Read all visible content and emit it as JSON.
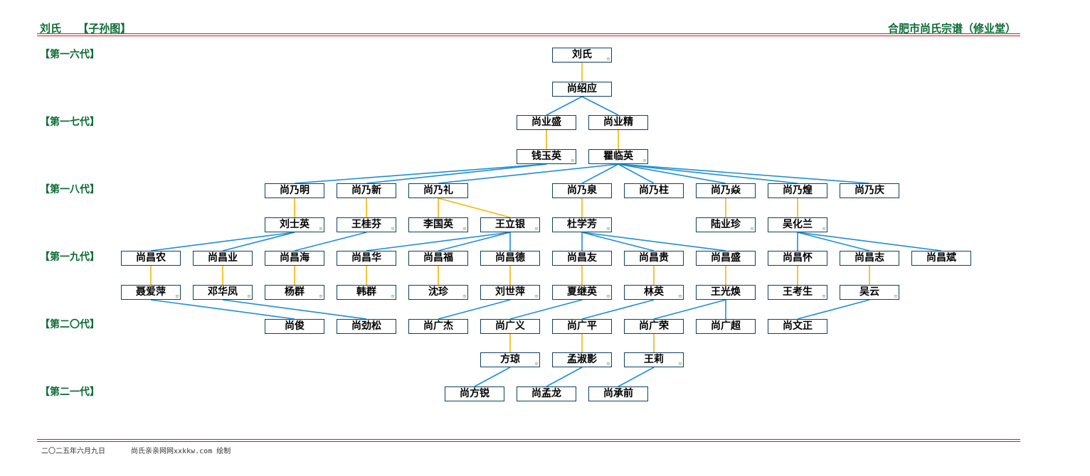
{
  "header": {
    "person": "刘氏",
    "label": "【子孙图】",
    "right": "合肥市尚氏宗谱（修业堂）"
  },
  "generations": [
    "【第一六代】",
    "【第一七代】",
    "【第一八代】",
    "【第一九代】",
    "【第二〇代】",
    "【第二一代】"
  ],
  "nodes": [
    {
      "id": "n1",
      "name": "刘氏",
      "col": 6,
      "row": 0,
      "mark": true
    },
    {
      "id": "n2",
      "name": "尚绍应",
      "col": 6,
      "row": 1
    },
    {
      "id": "n3",
      "name": "尚业盛",
      "col": 5.5,
      "row": 2
    },
    {
      "id": "n4",
      "name": "尚业精",
      "col": 6.5,
      "row": 2
    },
    {
      "id": "n5",
      "name": "钱玉英",
      "col": 5.5,
      "row": 3,
      "mark": true
    },
    {
      "id": "n6",
      "name": "瞿临英",
      "col": 6.5,
      "row": 3,
      "mark": true
    },
    {
      "id": "n7",
      "name": "尚乃明",
      "col": 2,
      "row": 4
    },
    {
      "id": "n8",
      "name": "尚乃新",
      "col": 3,
      "row": 4
    },
    {
      "id": "n9",
      "name": "尚乃礼",
      "col": 4,
      "row": 4
    },
    {
      "id": "n10",
      "name": "尚乃泉",
      "col": 6,
      "row": 4
    },
    {
      "id": "n11",
      "name": "尚乃柱",
      "col": 7,
      "row": 4
    },
    {
      "id": "n12",
      "name": "尚乃焱",
      "col": 8,
      "row": 4
    },
    {
      "id": "n13",
      "name": "尚乃煌",
      "col": 9,
      "row": 4
    },
    {
      "id": "n14",
      "name": "尚乃庆",
      "col": 10,
      "row": 4
    },
    {
      "id": "n15",
      "name": "刘士英",
      "col": 2,
      "row": 5,
      "mark": true
    },
    {
      "id": "n16",
      "name": "王桂芬",
      "col": 3,
      "row": 5,
      "mark": true
    },
    {
      "id": "n17",
      "name": "李国英",
      "col": 4,
      "row": 5,
      "mark": true
    },
    {
      "id": "n18",
      "name": "王立银",
      "col": 5,
      "row": 5,
      "mark": true
    },
    {
      "id": "n19",
      "name": "杜学芳",
      "col": 6,
      "row": 5,
      "mark": true
    },
    {
      "id": "n20",
      "name": "陆业珍",
      "col": 8,
      "row": 5,
      "mark": true
    },
    {
      "id": "n21",
      "name": "吴化兰",
      "col": 9,
      "row": 5,
      "mark": true
    },
    {
      "id": "n22",
      "name": "尚昌农",
      "col": 0,
      "row": 6
    },
    {
      "id": "n23",
      "name": "尚昌业",
      "col": 1,
      "row": 6
    },
    {
      "id": "n24",
      "name": "尚昌海",
      "col": 2,
      "row": 6
    },
    {
      "id": "n25",
      "name": "尚昌华",
      "col": 3,
      "row": 6
    },
    {
      "id": "n26",
      "name": "尚昌福",
      "col": 4,
      "row": 6
    },
    {
      "id": "n27",
      "name": "尚昌德",
      "col": 5,
      "row": 6
    },
    {
      "id": "n28",
      "name": "尚昌友",
      "col": 6,
      "row": 6
    },
    {
      "id": "n29",
      "name": "尚昌贵",
      "col": 7,
      "row": 6
    },
    {
      "id": "n30",
      "name": "尚昌盛",
      "col": 8,
      "row": 6
    },
    {
      "id": "n31",
      "name": "尚昌怀",
      "col": 9,
      "row": 6
    },
    {
      "id": "n32",
      "name": "尚昌志",
      "col": 10,
      "row": 6
    },
    {
      "id": "n33",
      "name": "尚昌斌",
      "col": 11,
      "row": 6
    },
    {
      "id": "n34",
      "name": "聂爱萍",
      "col": 0,
      "row": 7,
      "mark": true
    },
    {
      "id": "n35",
      "name": "邓华凤",
      "col": 1,
      "row": 7,
      "mark": true
    },
    {
      "id": "n36",
      "name": "杨群",
      "col": 2,
      "row": 7,
      "mark": true
    },
    {
      "id": "n37",
      "name": "韩群",
      "col": 3,
      "row": 7,
      "mark": true
    },
    {
      "id": "n38",
      "name": "沈珍",
      "col": 4,
      "row": 7,
      "mark": true
    },
    {
      "id": "n39",
      "name": "刘世萍",
      "col": 5,
      "row": 7,
      "mark": true
    },
    {
      "id": "n40",
      "name": "夏继英",
      "col": 6,
      "row": 7,
      "mark": true
    },
    {
      "id": "n41",
      "name": "林英",
      "col": 7,
      "row": 7,
      "mark": true
    },
    {
      "id": "n42",
      "name": "王光焕",
      "col": 8,
      "row": 7
    },
    {
      "id": "n43",
      "name": "王考生",
      "col": 9,
      "row": 7,
      "mark": true
    },
    {
      "id": "n44",
      "name": "吴云",
      "col": 10,
      "row": 7,
      "mark": true
    },
    {
      "id": "n45",
      "name": "尚俊",
      "col": 2,
      "row": 8
    },
    {
      "id": "n46",
      "name": "尚劲松",
      "col": 3,
      "row": 8
    },
    {
      "id": "n47",
      "name": "尚广杰",
      "col": 4,
      "row": 8
    },
    {
      "id": "n48",
      "name": "尚广义",
      "col": 5,
      "row": 8
    },
    {
      "id": "n49",
      "name": "尚广平",
      "col": 6,
      "row": 8
    },
    {
      "id": "n50",
      "name": "尚广荣",
      "col": 7,
      "row": 8
    },
    {
      "id": "n51",
      "name": "尚广超",
      "col": 8,
      "row": 8
    },
    {
      "id": "n52",
      "name": "尚文正",
      "col": 9,
      "row": 8
    },
    {
      "id": "n53",
      "name": "方琼",
      "col": 5,
      "row": 9,
      "mark": true
    },
    {
      "id": "n54",
      "name": "孟淑影",
      "col": 6,
      "row": 9,
      "mark": true
    },
    {
      "id": "n55",
      "name": "王莉",
      "col": 7,
      "row": 9,
      "mark": true
    },
    {
      "id": "n56",
      "name": "尚方锐",
      "col": 4.5,
      "row": 10
    },
    {
      "id": "n57",
      "name": "尚孟龙",
      "col": 5.5,
      "row": 10
    },
    {
      "id": "n58",
      "name": "尚承前",
      "col": 6.5,
      "row": 10
    }
  ],
  "spouse_links": [
    [
      "n1",
      "n2"
    ],
    [
      "n3",
      "n5"
    ],
    [
      "n4",
      "n6"
    ],
    [
      "n7",
      "n15"
    ],
    [
      "n8",
      "n16"
    ],
    [
      "n9",
      "n17"
    ],
    [
      "n9",
      "n18"
    ],
    [
      "n10",
      "n19"
    ],
    [
      "n12",
      "n20"
    ],
    [
      "n13",
      "n21"
    ],
    [
      "n22",
      "n34"
    ],
    [
      "n23",
      "n35"
    ],
    [
      "n24",
      "n36"
    ],
    [
      "n25",
      "n37"
    ],
    [
      "n26",
      "n38"
    ],
    [
      "n27",
      "n39"
    ],
    [
      "n28",
      "n40"
    ],
    [
      "n29",
      "n41"
    ],
    [
      "n30",
      "n42"
    ],
    [
      "n31",
      "n43"
    ],
    [
      "n32",
      "n44"
    ],
    [
      "n48",
      "n53"
    ],
    [
      "n49",
      "n54"
    ],
    [
      "n50",
      "n55"
    ]
  ],
  "child_links": [
    [
      "n2",
      "n3"
    ],
    [
      "n2",
      "n4"
    ],
    [
      "n5",
      "n7"
    ],
    [
      "n5",
      "n8"
    ],
    [
      "n6",
      "n9"
    ],
    [
      "n6",
      "n10"
    ],
    [
      "n6",
      "n11"
    ],
    [
      "n6",
      "n12"
    ],
    [
      "n6",
      "n13"
    ],
    [
      "n6",
      "n14"
    ],
    [
      "n15",
      "n22"
    ],
    [
      "n15",
      "n23"
    ],
    [
      "n16",
      "n24"
    ],
    [
      "n18",
      "n25"
    ],
    [
      "n18",
      "n26"
    ],
    [
      "n18",
      "n27"
    ],
    [
      "n19",
      "n28"
    ],
    [
      "n19",
      "n29"
    ],
    [
      "n19",
      "n30"
    ],
    [
      "n21",
      "n31"
    ],
    [
      "n21",
      "n32"
    ],
    [
      "n21",
      "n33"
    ],
    [
      "n34",
      "n45"
    ],
    [
      "n35",
      "n46"
    ],
    [
      "n39",
      "n47"
    ],
    [
      "n40",
      "n48"
    ],
    [
      "n41",
      "n49"
    ],
    [
      "n42",
      "n50"
    ],
    [
      "n42",
      "n51"
    ],
    [
      "n44",
      "n52"
    ],
    [
      "n53",
      "n56"
    ],
    [
      "n54",
      "n57"
    ],
    [
      "n55",
      "n58"
    ]
  ],
  "colors": {
    "spouse": "#f2b705",
    "child": "#1b8fd6",
    "box_border": "#0d3f66",
    "header": "#0b6b33",
    "rule": "#c81e1e"
  },
  "footer": {
    "date": "二〇二五年六月九日",
    "credit": "尚氏亲亲网网xxkkw.com 绘制"
  }
}
